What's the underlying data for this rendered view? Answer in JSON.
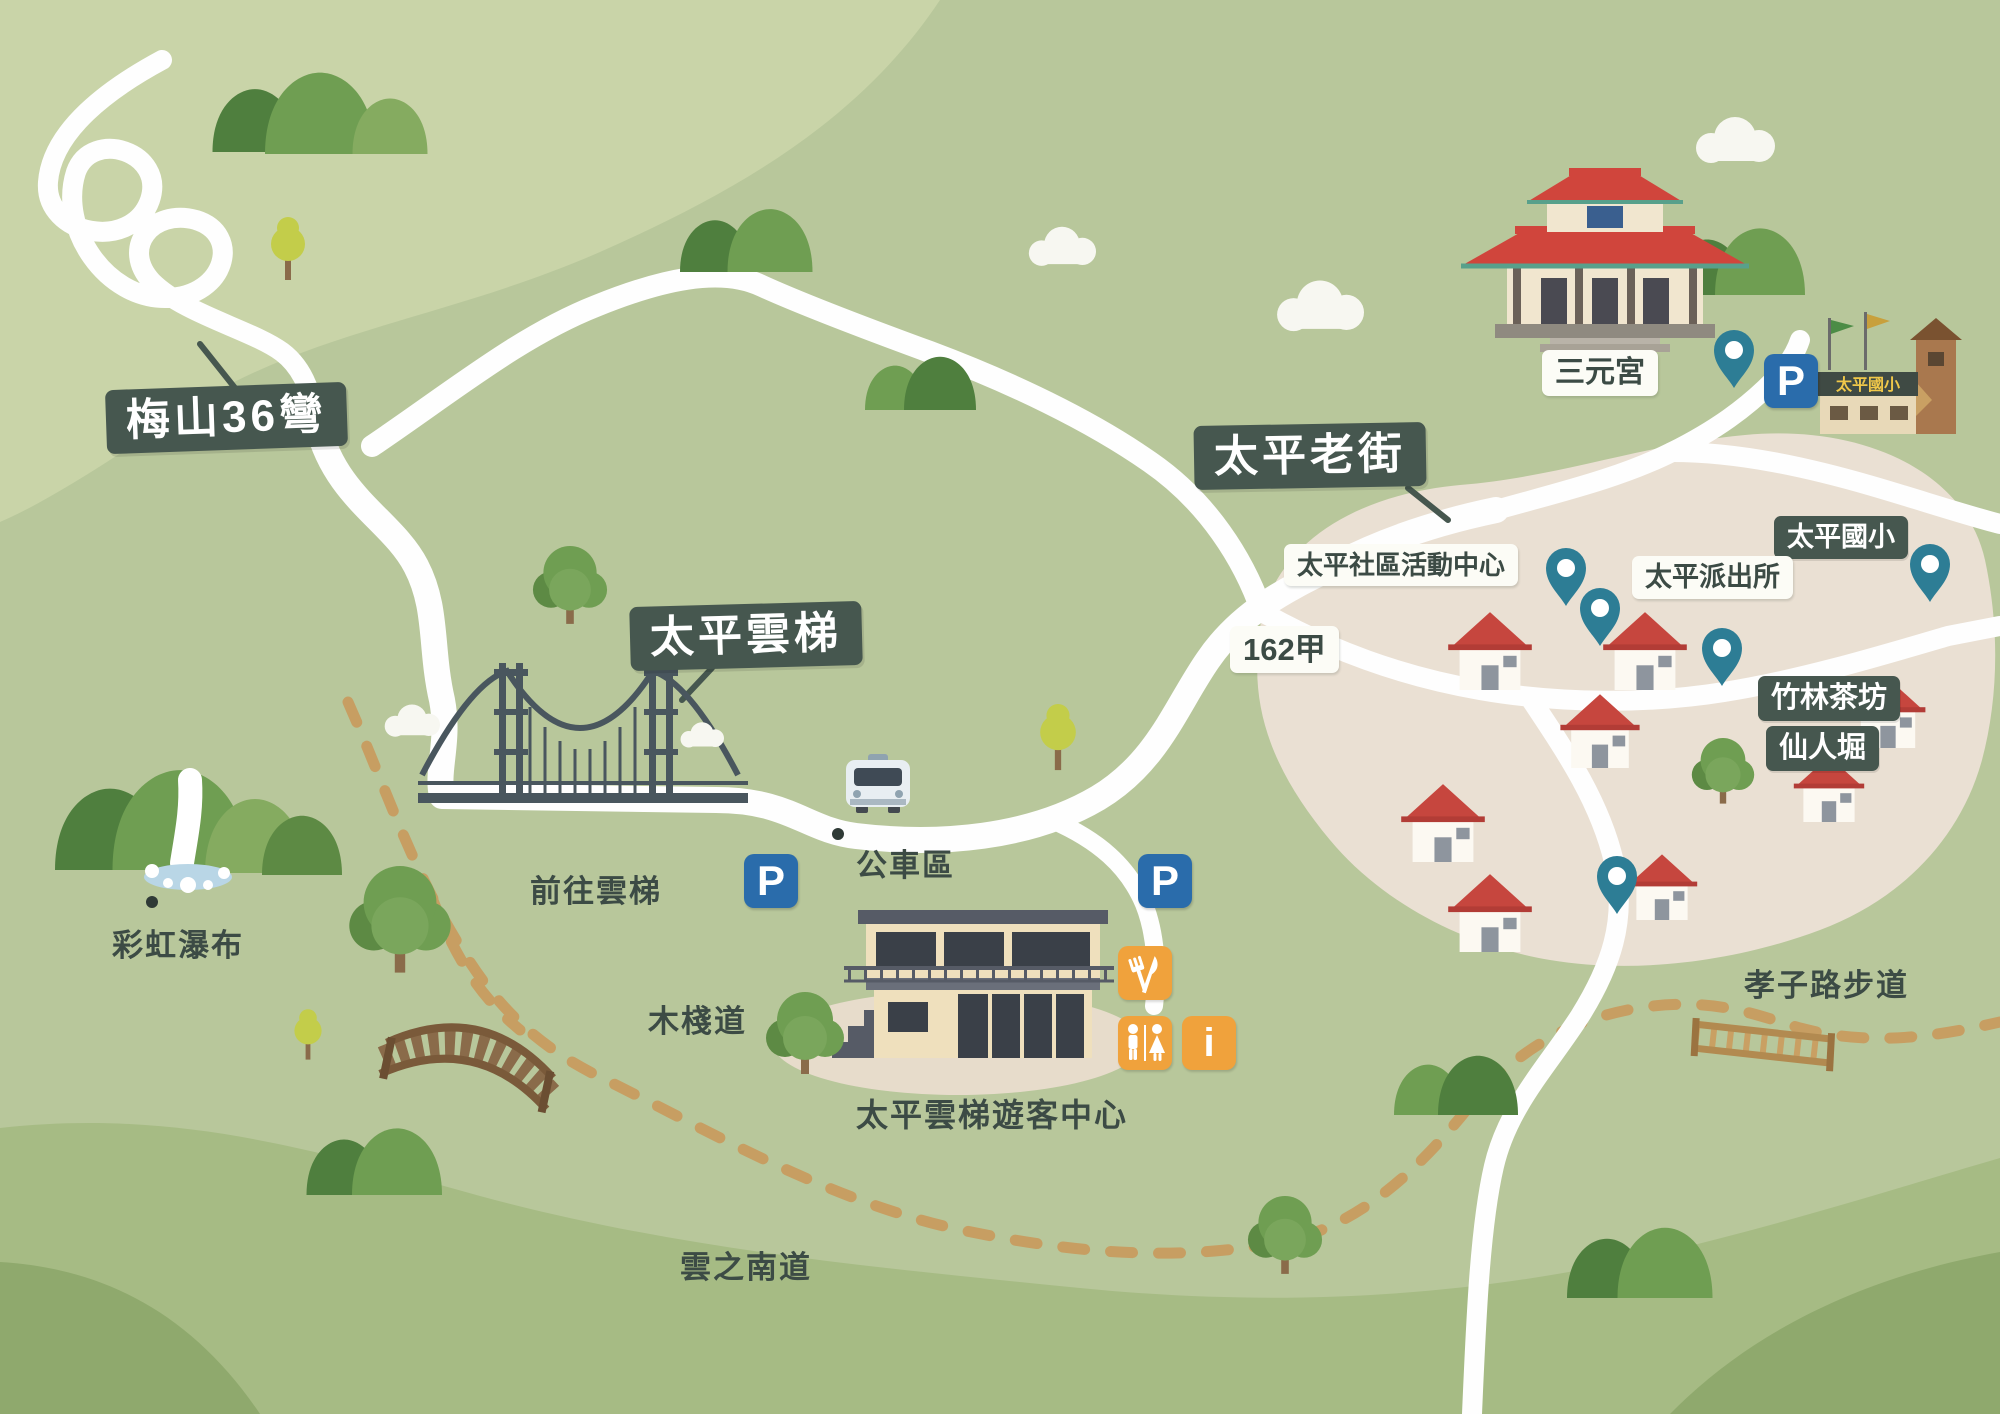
{
  "labels": {
    "meishan_36_bends": "梅山36彎",
    "taiping_yunti": "太平雲梯",
    "taiping_old_street": "太平老街",
    "sanyuan_temple": "三元宮",
    "community_center": "太平社區活動中心",
    "police_station": "太平派出所",
    "elementary_school": "太平國小",
    "bamboo_tea_house": "竹林茶坊",
    "xianrenku": "仙人堀",
    "route_162": "162甲",
    "bus_area": "公車區",
    "to_yunti": "前往雲梯",
    "rainbow_waterfall": "彩虹瀑布",
    "wooden_boardwalk": "木棧道",
    "visitor_center": "太平雲梯遊客中心",
    "xiaozi_trail": "孝子路步道",
    "cloud_south_trail": "雲之南道",
    "parking": "P",
    "info": "i"
  },
  "icons": {
    "parking": "blue rounded square with white P",
    "location_pin": "teal teardrop map pin with white dot",
    "bus": "bus-stop illustration",
    "restaurant": "orange square with white fork and knife",
    "restroom": "orange square with white man and woman figures",
    "information": "orange square with white letter i"
  },
  "colors": {
    "background": "#b8c79b",
    "band_light": "#c9d4a8",
    "band_medium": "#a6bb84",
    "band_dark": "#8fa96d",
    "road": "#fefefe",
    "trail": "#c79e62",
    "village_area": "#eae0d3",
    "label_dark_bg": "#46574f",
    "label_text": "#ffffff",
    "dark_text": "#3c4b45",
    "pin_teal": "#2d7d95",
    "parking_blue": "#2a6cab",
    "amenity_orange": "#f0a23c",
    "roof_red": "#c6463e",
    "tree_green": "#6f9e52",
    "tree_yellow": "#c3cd4a"
  }
}
